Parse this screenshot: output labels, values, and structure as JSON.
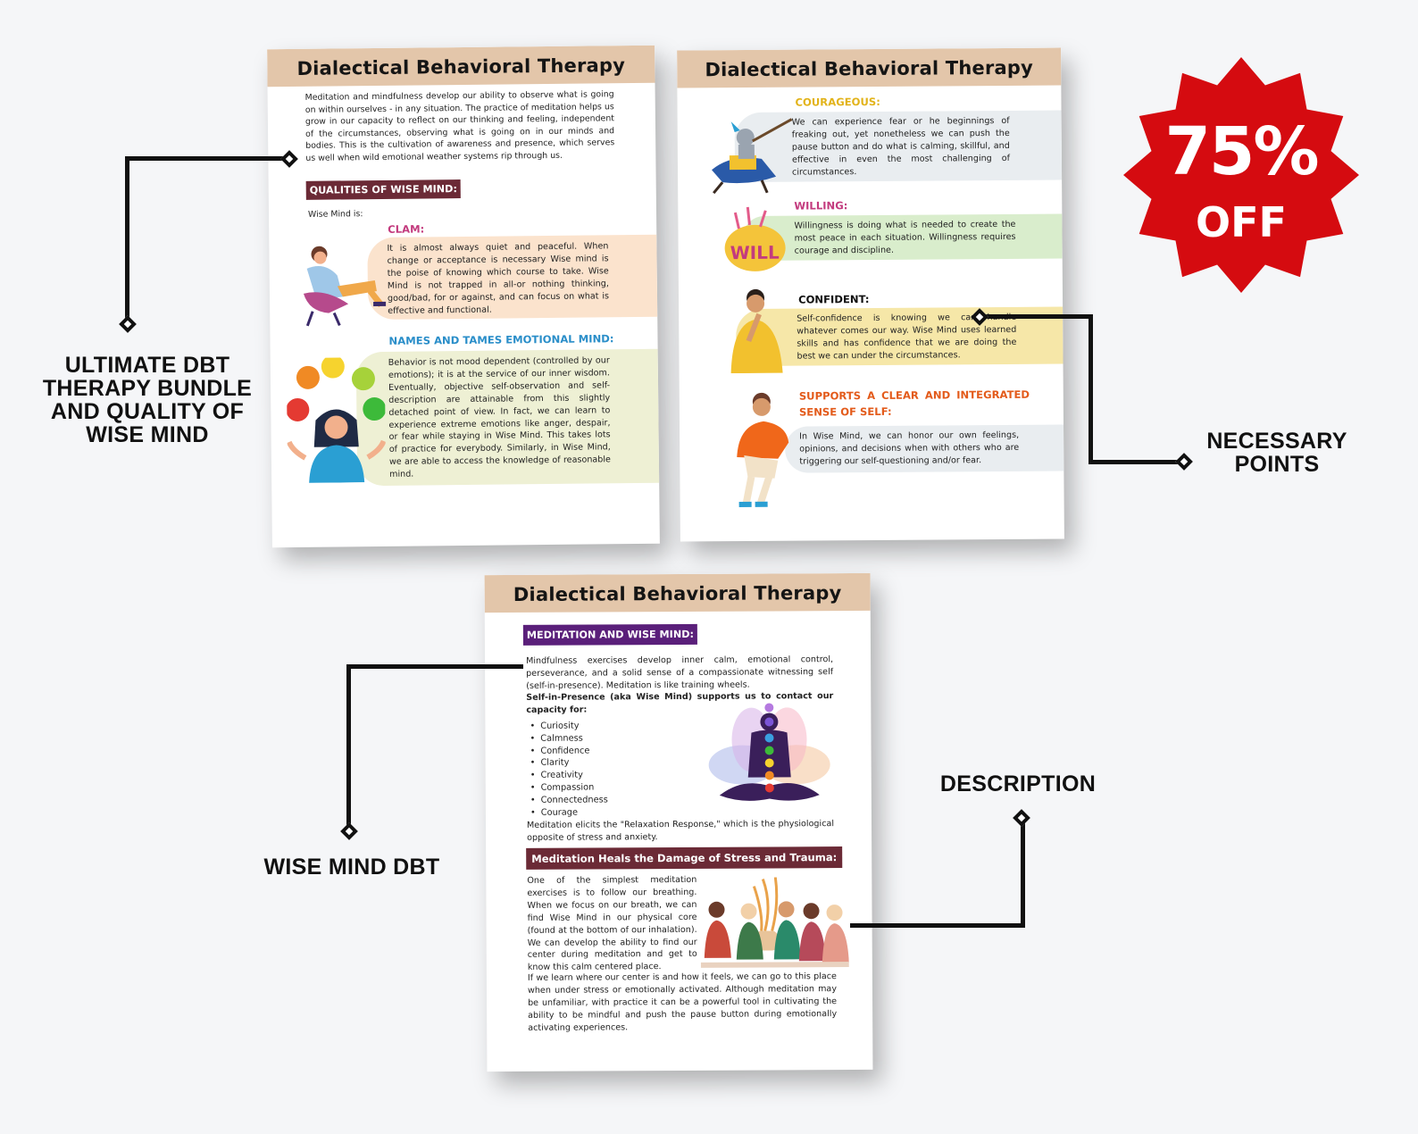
{
  "page_one": {
    "header": "Dialectical Behavioral Therapy",
    "intro": "Meditation and mindfulness develop our ability to observe what is going on within ourselves - in any situation. The practice of meditation helps us grow in our capacity to reflect on our thinking and feeling, independent of the circumstances, observing what is going on in our minds and bodies. This is the cultivation of awareness and presence, which serves us well when wild emotional weather systems rip through us.",
    "section_tag": "QUALITIES OF WISE MIND:",
    "wise_mind_is": "Wise Mind is:",
    "clam_title": "CLAM:",
    "clam_text": "It is almost always quiet and peaceful. When change or acceptance is necessary Wise mind is the poise of knowing which course to take. Wise Mind is not trapped in all-or nothing thinking, good/bad, for or against, and can focus on what is effective and functional.",
    "names_title": "NAMES AND TAMES EMOTIONAL MIND:",
    "names_text": "Behavior is not mood dependent (controlled by our emotions); it is at the service of our inner wisdom. Eventually, objective self-observation and self-description are attainable from this slightly detached point of view. In fact, we can learn to experience extreme emotions like anger, despair, or fear while staying in Wise Mind. This takes lots of practice for everybody. Similarly, in Wise Mind, we are able to access the knowledge of reasonable mind."
  },
  "page_two": {
    "header": "Dialectical Behavioral Therapy",
    "courageous_title": "COURAGEOUS:",
    "courageous_text": "We can experience fear or he beginnings of freaking out, yet nonetheless we can push the pause button and do what is calming, skillful, and effective in even the most challenging of circumstances.",
    "willing_title": "WILLING:",
    "willing_text": "Willingness is doing what is needed to create the most peace in each situation. Willingness requires courage and discipline.",
    "will_word": "WILL",
    "confident_title": "CONFIDENT:",
    "confident_text": "Self-confidence is knowing we can handle whatever comes our way. Wise Mind uses learned skills and has confidence that we are doing the best we can under the circumstances.",
    "supports_title_1": "SUPPORTS A CLEAR AND INTEGRATED",
    "supports_title_2": "SENSE OF SELF:",
    "supports_text": "In Wise Mind, we can honor our own feelings, opinions, and decisions when with others who are triggering our self-questioning and/or fear."
  },
  "page_three": {
    "header": "Dialectical Behavioral Therapy",
    "tag_one": "MEDITATION AND WISE MIND:",
    "mindfulness_text": "Mindfulness exercises develop inner calm, emotional control, perseverance, and a solid sense of a compassionate witnessing self (self-in-presence). Meditation is like training wheels.",
    "self_presence_text": "Self-in-Presence (aka Wise Mind) supports us to contact our capacity for:",
    "capacities": [
      "Curiosity",
      "Calmness",
      "Confidence",
      "Clarity",
      "Creativity",
      "Compassion",
      "Connectedness",
      "Courage"
    ],
    "relaxation_text": "Meditation elicits the \"Relaxation Response,\" which is the physiological opposite of stress and anxiety.",
    "tag_two": "Meditation Heals the Damage of Stress and Trauma:",
    "breath_text": "One of the simplest meditation exercises is to follow our breathing. When we focus on our breath, we can find Wise Mind in our physical core (found at the bottom of our inhalation). We can develop the ability to find our center during meditation and get to know this calm centered place.",
    "center_text": "If we learn where our center is and how it feels, we can go to this place when under stress or emotionally activated. Although meditation may be unfamiliar, with practice it can be a powerful tool in cultivating the ability to be mindful and push the pause button during emotionally activating experiences."
  },
  "callouts": {
    "bundle": [
      "ULTIMATE DBT",
      "THERAPY BUNDLE",
      "AND QUALITY OF",
      "WISE MIND"
    ],
    "necessary": [
      "NECESSARY",
      "POINTS"
    ],
    "wise_mind": "WISE MIND DBT",
    "description": "DESCRIPTION"
  },
  "badge": {
    "percent": "75%",
    "off": "OFF",
    "color": "#d50b10"
  },
  "colors": {
    "header_band": "#e3c6aa",
    "tag_maroon": "#6b2a36",
    "tag_purple": "#5a1f7a",
    "title_pink": "#c33b7e",
    "title_blue": "#2a8ec9",
    "title_yellow": "#e2b31a",
    "title_orange": "#e35b1b"
  }
}
